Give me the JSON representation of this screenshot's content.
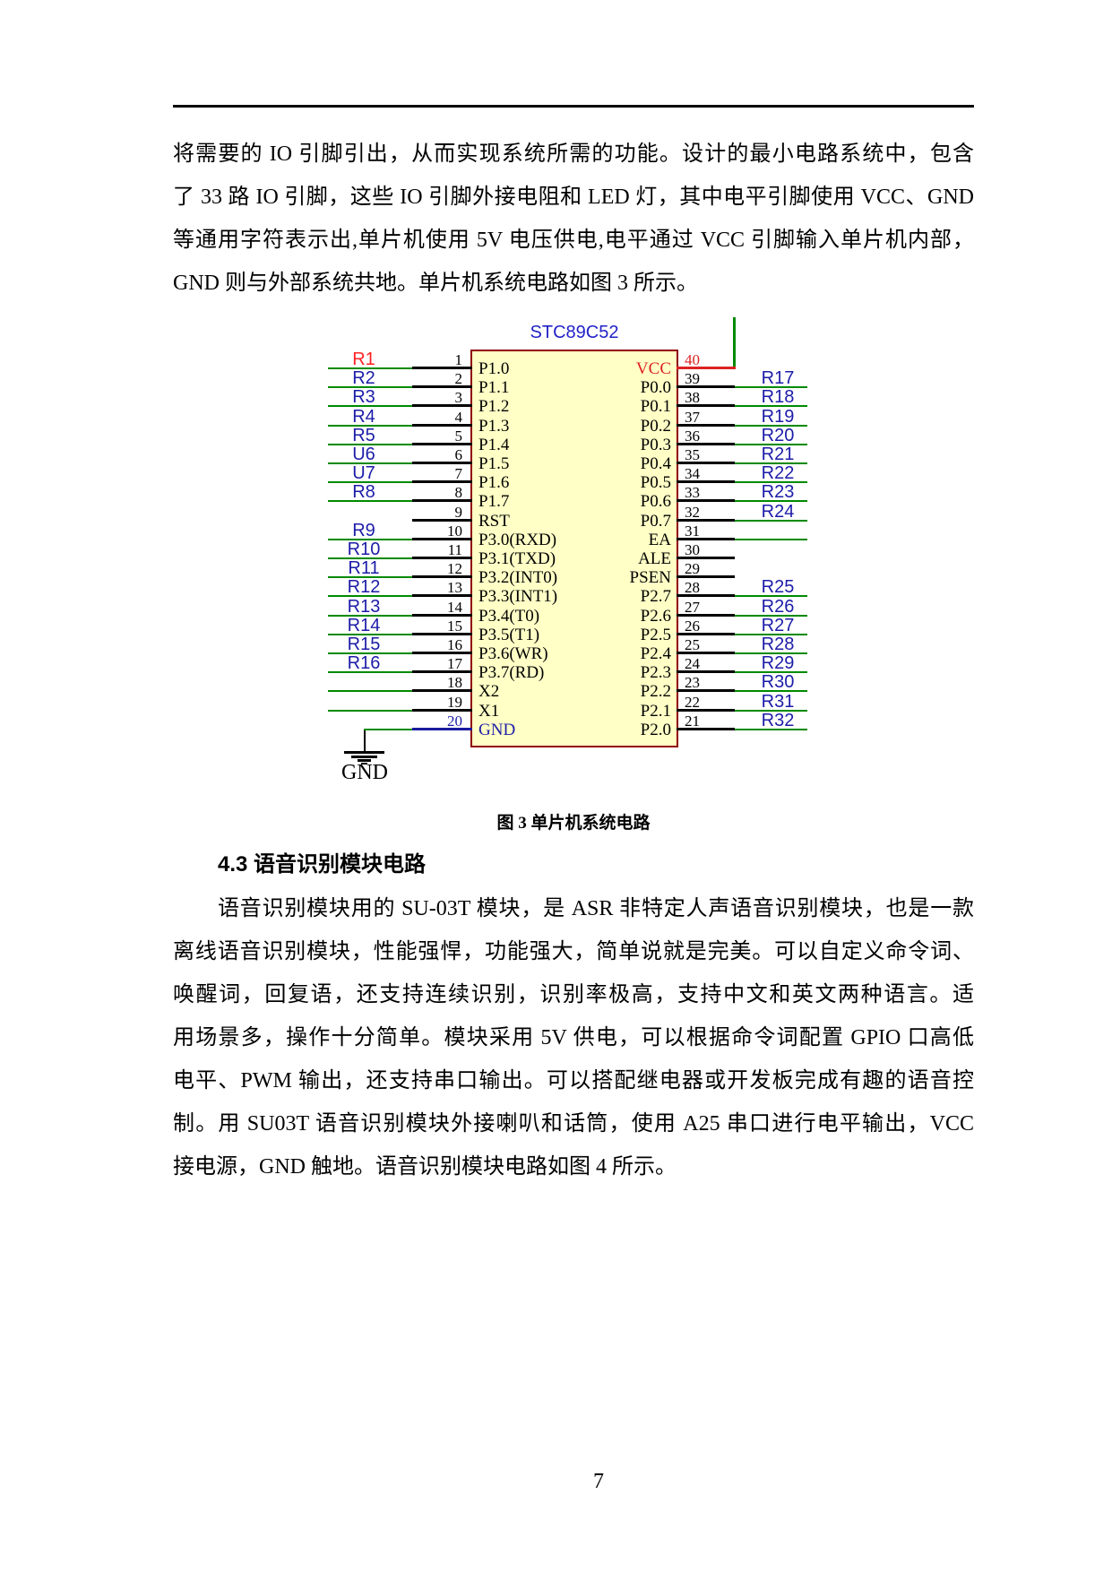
{
  "page": {
    "number": "7"
  },
  "paragraph1": {
    "lines": [
      "将需要的 IO 引脚引出，从而实现系统所需的功能。设计的最小电路系统中，包含",
      "了 33 路 IO 引脚，这些 IO 引脚外接电阻和 LED 灯，其中电平引脚使用 VCC、GND",
      "等通用字符表示出,单片机使用 5V 电压供电,电平通过 VCC 引脚输入单片机内部，",
      "GND 则与外部系统共地。单片机系统电路如图 3 所示。"
    ]
  },
  "figure": {
    "title": "STC89C52",
    "caption": "图 3 单片机系统电路",
    "gnd_label": "GND",
    "colors": {
      "wire_green": "#008A00",
      "wire_red": "#DD2222",
      "wire_blue": "#1A1AA0",
      "chip_fill": "#FFFFC6",
      "chip_border": "#900000",
      "label_blue": "#1C1CA8",
      "label_red": "#FF2222",
      "title_blue": "#2222C8",
      "pin_red": "#DD2222",
      "pin_blue": "#2020A8"
    },
    "left_pins": [
      {
        "num": "1",
        "name": "P1.0",
        "ext": "R1",
        "ext_color": "red",
        "type": "full"
      },
      {
        "num": "2",
        "name": "P1.1",
        "ext": "R2",
        "type": "full"
      },
      {
        "num": "3",
        "name": "P1.2",
        "ext": "R3",
        "type": "full"
      },
      {
        "num": "4",
        "name": "P1.3",
        "ext": "R4",
        "type": "full"
      },
      {
        "num": "5",
        "name": "P1.4",
        "ext": "R5",
        "type": "full"
      },
      {
        "num": "6",
        "name": "P1.5",
        "ext": "U6",
        "type": "full"
      },
      {
        "num": "7",
        "name": "P1.6",
        "ext": "U7",
        "type": "full"
      },
      {
        "num": "8",
        "name": "P1.7",
        "ext": "R8",
        "type": "full"
      },
      {
        "num": "9",
        "name": "RST",
        "ext": "",
        "type": "short"
      },
      {
        "num": "10",
        "name": "P3.0(RXD)",
        "ext": "R9",
        "type": "full"
      },
      {
        "num": "11",
        "name": "P3.1(TXD)",
        "ext": "R10",
        "type": "full"
      },
      {
        "num": "12",
        "name": "P3.2(INT0)",
        "ext": "R11",
        "type": "full"
      },
      {
        "num": "13",
        "name": "P3.3(INT1)",
        "ext": "R12",
        "type": "full"
      },
      {
        "num": "14",
        "name": "P3.4(T0)",
        "ext": "R13",
        "type": "full"
      },
      {
        "num": "15",
        "name": "P3.5(T1)",
        "ext": "R14",
        "type": "full"
      },
      {
        "num": "16",
        "name": "P3.6(WR)",
        "ext": "R15",
        "type": "full"
      },
      {
        "num": "17",
        "name": "P3.7(RD)",
        "ext": "R16",
        "type": "full"
      },
      {
        "num": "18",
        "name": "X2",
        "ext": "",
        "type": "full"
      },
      {
        "num": "19",
        "name": "X1",
        "ext": "",
        "type": "full"
      },
      {
        "num": "20",
        "name": "GND",
        "ext": "",
        "type": "gnd",
        "num_color": "blue",
        "name_color": "blue"
      }
    ],
    "right_pins": [
      {
        "num": "40",
        "name": "VCC",
        "ext": "",
        "type": "vcc",
        "num_color": "red",
        "name_color": "red"
      },
      {
        "num": "39",
        "name": "P0.0",
        "ext": "R17",
        "type": "full"
      },
      {
        "num": "38",
        "name": "P0.1",
        "ext": "R18",
        "type": "full"
      },
      {
        "num": "37",
        "name": "P0.2",
        "ext": "R19",
        "type": "full"
      },
      {
        "num": "36",
        "name": "P0.3",
        "ext": "R20",
        "type": "full"
      },
      {
        "num": "35",
        "name": "P0.4",
        "ext": "R21",
        "type": "full"
      },
      {
        "num": "34",
        "name": "P0.5",
        "ext": "R22",
        "type": "full"
      },
      {
        "num": "33",
        "name": "P0.6",
        "ext": "R23",
        "type": "full"
      },
      {
        "num": "32",
        "name": "P0.7",
        "ext": "R24",
        "type": "full"
      },
      {
        "num": "31",
        "name": "EA",
        "ext": "",
        "type": "full"
      },
      {
        "num": "30",
        "name": "ALE",
        "ext": "",
        "type": "short"
      },
      {
        "num": "29",
        "name": "PSEN",
        "ext": "",
        "type": "short"
      },
      {
        "num": "28",
        "name": "P2.7",
        "ext": "R25",
        "type": "full"
      },
      {
        "num": "27",
        "name": "P2.6",
        "ext": "R26",
        "type": "full"
      },
      {
        "num": "26",
        "name": "P2.5",
        "ext": "R27",
        "type": "full"
      },
      {
        "num": "25",
        "name": "P2.4",
        "ext": "R28",
        "type": "full"
      },
      {
        "num": "24",
        "name": "P2.3",
        "ext": "R29",
        "type": "full"
      },
      {
        "num": "23",
        "name": "P2.2",
        "ext": "R30",
        "type": "full"
      },
      {
        "num": "22",
        "name": "P2.1",
        "ext": "R31",
        "type": "full"
      },
      {
        "num": "21",
        "name": "P2.0",
        "ext": "R32",
        "type": "full"
      }
    ]
  },
  "section": {
    "heading": "4.3 语音识别模块电路"
  },
  "paragraph2": {
    "lines": [
      "语音识别模块用的 SU-03T 模块，是 ASR 非特定人声语音识别模块，也是一款",
      "离线语音识别模块，性能强悍，功能强大，简单说就是完美。可以自定义命令词、",
      "唤醒词，回复语，还支持连续识别，识别率极高，支持中文和英文两种语言。适",
      "用场景多，操作十分简单。模块采用 5V 供电，可以根据命令词配置 GPIO 口高低",
      "电平、PWM 输出，还支持串口输出。可以搭配继电器或开发板完成有趣的语音控",
      "制。用 SU03T 语音识别模块外接喇叭和话筒，使用 A25 串口进行电平输出，VCC",
      "接电源，GND 触地。语音识别模块电路如图 4 所示。"
    ]
  }
}
